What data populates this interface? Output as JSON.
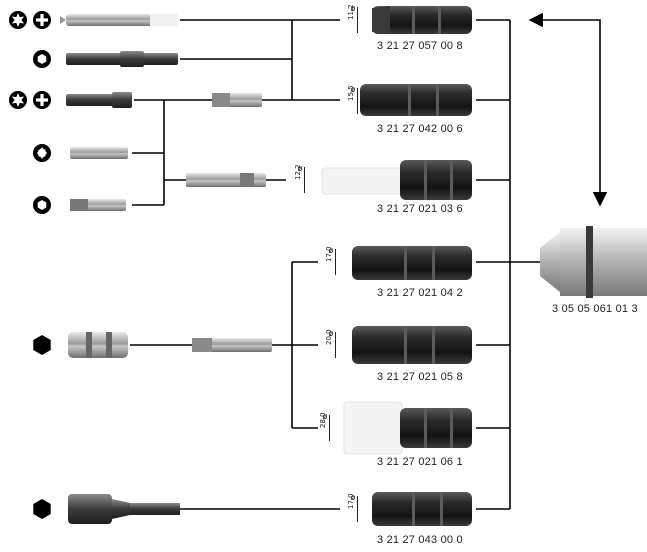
{
  "parts": {
    "p1": {
      "code": "3 21 27 057 00 8",
      "diameter": "11,2"
    },
    "p2": {
      "code": "3 21 27 042 00 6",
      "diameter": "15,5"
    },
    "p3": {
      "code": "3 21 27 021 03 6",
      "diameter": "12,2"
    },
    "p4": {
      "code": "3 21 27 021 04 2",
      "diameter": "17,0"
    },
    "p5": {
      "code": "3 21 27 021 05 8",
      "diameter": "20,0"
    },
    "p6": {
      "code": "3 21 27 021 06 1",
      "diameter": "28,0"
    },
    "p7": {
      "code": "3 21 27 043 00 0",
      "diameter": "17,0"
    },
    "handle": {
      "code": "3 05 05 061 01 3"
    }
  },
  "diameter_symbol": "ø",
  "icons": [
    "torx-icon",
    "phillips-icon",
    "hex-socket-icon",
    "torx-plus-icon",
    "hex-nut-icon"
  ],
  "colors": {
    "line": "#000000",
    "part_dark": "#2a2a2a",
    "part_metal": "#b9b9b9",
    "sleeve_white": "#f4f4f4"
  }
}
